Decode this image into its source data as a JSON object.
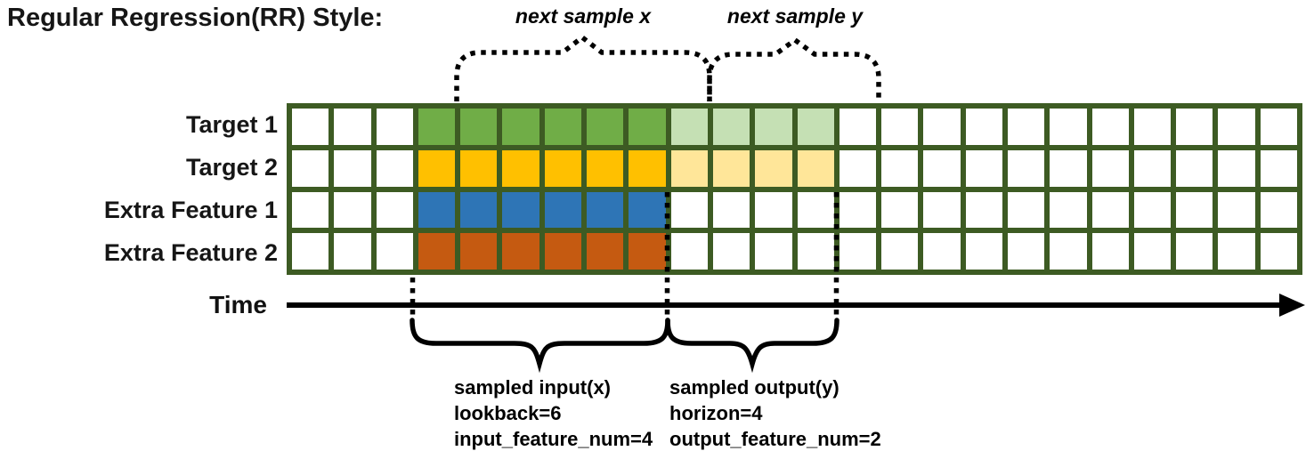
{
  "title": "Regular Regression(RR) Style:",
  "colors": {
    "grid_border": "#3d5b23",
    "cell_empty": "#ffffff",
    "annotation": "#000000"
  },
  "grid": {
    "num_columns": 24,
    "num_rows": 4,
    "input_start_col": 3,
    "input_num_cols": 6,
    "output_num_cols": 4,
    "rows": [
      {
        "label": "Target 1",
        "input_color": "#70ad47",
        "output_color": "#c5e0b4"
      },
      {
        "label": "Target 2",
        "input_color": "#ffc000",
        "output_color": "#ffe699"
      },
      {
        "label": "Extra Feature 1",
        "input_color": "#2e75b6",
        "output_color": null
      },
      {
        "label": "Extra Feature 2",
        "input_color": "#c55a11",
        "output_color": null
      }
    ]
  },
  "annotations": {
    "next_sample_x": "next sample x",
    "next_sample_y": "next sample y",
    "time_label": "Time",
    "input_block": {
      "line1": "sampled input(x)",
      "line2": "lookback=6",
      "line3": "input_feature_num=4"
    },
    "output_block": {
      "line1": "sampled output(y)",
      "line2": "horizon=4",
      "line3": "output_feature_num=2"
    }
  }
}
